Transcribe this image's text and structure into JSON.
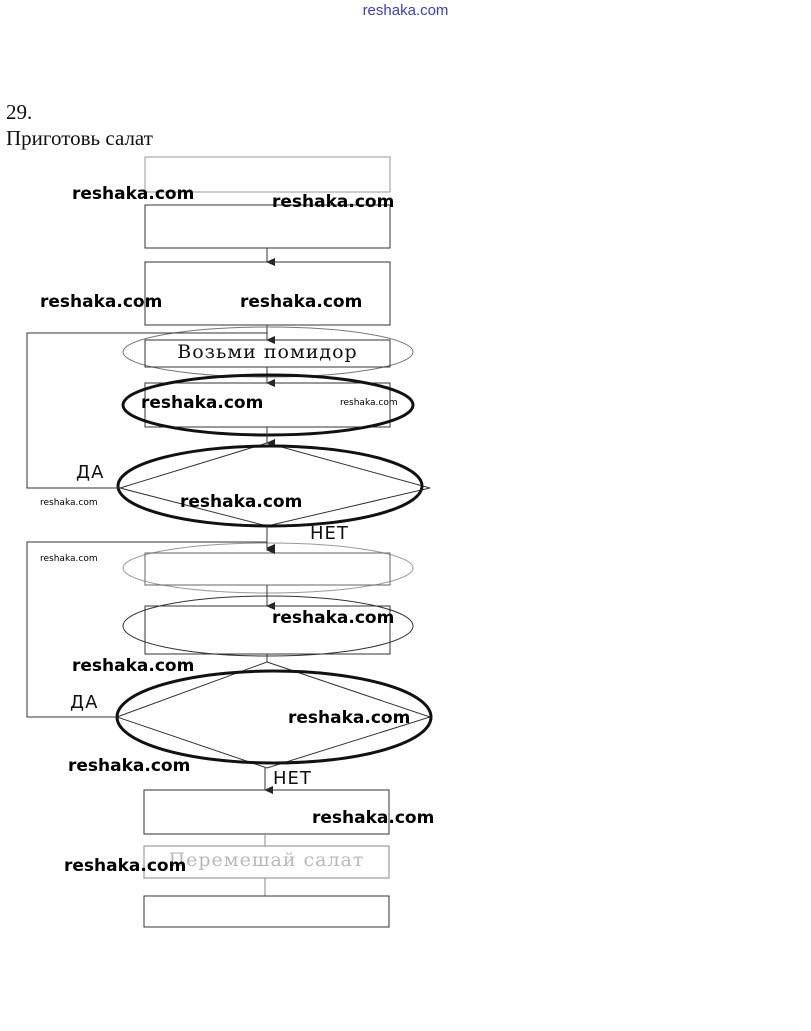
{
  "header": {
    "site_link": "reshaka.com"
  },
  "task": {
    "number": "29.",
    "title": "Приготовь салат"
  },
  "flowchart": {
    "steps": {
      "take_tomato": "Возьми помидор",
      "mix_salad": "Перемешай салат"
    },
    "branches": {
      "yes": "ДА",
      "no": "НЕТ"
    }
  },
  "watermark": {
    "text": "reshaka.com"
  }
}
